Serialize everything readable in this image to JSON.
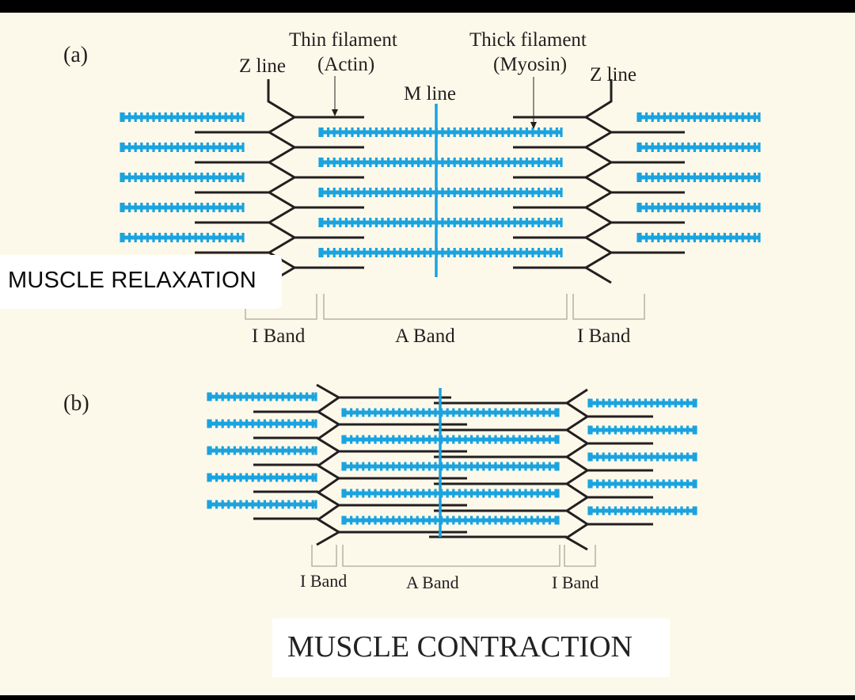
{
  "colors": {
    "background": "#fdf9ea",
    "thick_filament": "#1aa3df",
    "thin_filament": "#231f20",
    "m_line": "#1aa3df",
    "bracket": "#a9a79c"
  },
  "panel_a": {
    "tag": "(a)",
    "labels": {
      "thin_filament": "Thin filament",
      "actin": "(Actin)",
      "z_line_left": "Z line",
      "thick_filament": "Thick filament",
      "myosin": "(Myosin)",
      "z_line_right": "Z line",
      "m_line": "M line"
    },
    "bands": {
      "left": "I Band",
      "center": "A Band",
      "right": "I Band"
    },
    "caption": "MUSCLE RELAXATION"
  },
  "panel_b": {
    "tag": "(b)",
    "bands": {
      "left": "I Band",
      "center": "A Band",
      "right": "I Band"
    },
    "caption": "MUSCLE CONTRACTION"
  }
}
